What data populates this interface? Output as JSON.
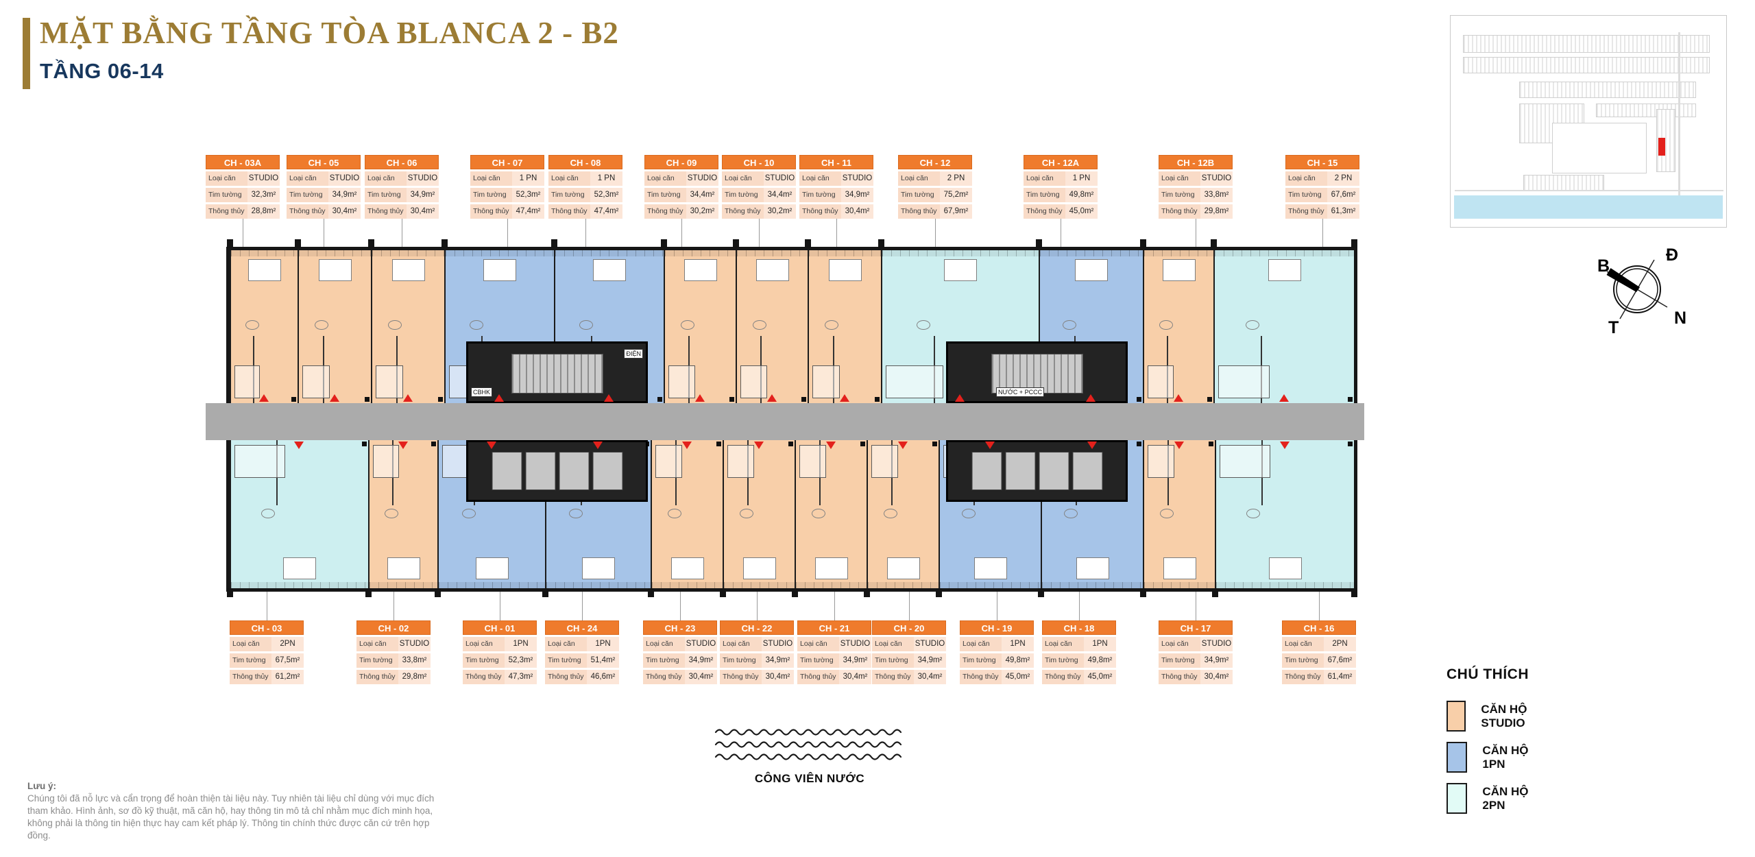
{
  "header": {
    "title": "MẶT BẰNG TẦNG TÒA BLANCA 2 - B2",
    "subtitle": "TẦNG 06-14"
  },
  "card_labels": {
    "type": "Loại căn",
    "gross": "Tim tường",
    "net": "Thông thủy"
  },
  "units_top": [
    {
      "code": "CH - 03A",
      "type": "STUDIO",
      "gross": "32,3m²",
      "net": "28,8m²"
    },
    {
      "code": "CH - 05",
      "type": "STUDIO",
      "gross": "34,9m²",
      "net": "30,4m²"
    },
    {
      "code": "CH - 06",
      "type": "STUDIO",
      "gross": "34,9m²",
      "net": "30,4m²"
    },
    {
      "code": "CH - 07",
      "type": "1 PN",
      "gross": "52,3m²",
      "net": "47,4m²"
    },
    {
      "code": "CH - 08",
      "type": "1 PN",
      "gross": "52,3m²",
      "net": "47,4m²"
    },
    {
      "code": "CH - 09",
      "type": "STUDIO",
      "gross": "34,4m²",
      "net": "30,2m²"
    },
    {
      "code": "CH - 10",
      "type": "STUDIO",
      "gross": "34,4m²",
      "net": "30,2m²"
    },
    {
      "code": "CH - 11",
      "type": "STUDIO",
      "gross": "34,9m²",
      "net": "30,4m²"
    },
    {
      "code": "CH - 12",
      "type": "2 PN",
      "gross": "75,2m²",
      "net": "67,9m²"
    },
    {
      "code": "CH - 12A",
      "type": "1 PN",
      "gross": "49,8m²",
      "net": "45,0m²"
    },
    {
      "code": "CH - 12B",
      "type": "STUDIO",
      "gross": "33,8m²",
      "net": "29,8m²"
    },
    {
      "code": "CH - 15",
      "type": "2 PN",
      "gross": "67,6m²",
      "net": "61,3m²"
    }
  ],
  "units_bottom": [
    {
      "code": "CH - 03",
      "type": "2PN",
      "gross": "67,5m²",
      "net": "61,2m²"
    },
    {
      "code": "CH - 02",
      "type": "STUDIO",
      "gross": "33,8m²",
      "net": "29,8m²"
    },
    {
      "code": "CH - 01",
      "type": "1PN",
      "gross": "52,3m²",
      "net": "47,3m²"
    },
    {
      "code": "CH - 24",
      "type": "1PN",
      "gross": "51,4m²",
      "net": "46,6m²"
    },
    {
      "code": "CH - 23",
      "type": "STUDIO",
      "gross": "34,9m²",
      "net": "30,4m²"
    },
    {
      "code": "CH - 22",
      "type": "STUDIO",
      "gross": "34,9m²",
      "net": "30,4m²"
    },
    {
      "code": "CH - 21",
      "type": "STUDIO",
      "gross": "34,9m²",
      "net": "30,4m²"
    },
    {
      "code": "CH - 20",
      "type": "STUDIO",
      "gross": "34,9m²",
      "net": "30,4m²"
    },
    {
      "code": "CH - 19",
      "type": "1PN",
      "gross": "49,8m²",
      "net": "45,0m²"
    },
    {
      "code": "CH - 18",
      "type": "1PN",
      "gross": "49,8m²",
      "net": "45,0m²"
    },
    {
      "code": "CH - 17",
      "type": "STUDIO",
      "gross": "34,9m²",
      "net": "30,4m²"
    },
    {
      "code": "CH - 16",
      "type": "2PN",
      "gross": "67,6m²",
      "net": "61,4m²"
    }
  ],
  "plan": {
    "core_labels": {
      "electric": "ĐIỆN",
      "cbhk": "CBHK",
      "water": "NƯỚC + PCCC"
    }
  },
  "legend": {
    "title": "CHÚ THÍCH",
    "items": [
      {
        "label": "CĂN HỘ STUDIO",
        "type": "studio"
      },
      {
        "label": "CĂN HỘ 1PN",
        "type": "1pn"
      },
      {
        "label": "CĂN HỘ 2PN",
        "type": "2pn"
      }
    ]
  },
  "compass": {
    "north": "B",
    "east": "Đ",
    "south": "N",
    "west": "T"
  },
  "water_park_label": "CÔNG VIÊN NƯỚC",
  "disclaimer": {
    "heading": "Lưu ý:",
    "body": "Chúng tôi đã nỗ lực và cẩn trọng để hoàn thiện tài liệu này. Tuy nhiên tài liệu chỉ dùng với mục đích tham khảo. Hình ảnh, sơ đồ kỹ thuật, mã căn hộ, hay thông tin mô tả chỉ nhằm mục đích minh họa, không phải là thông tin hiện thực hay cam kết pháp lý. Thông tin chính thức được căn cứ trên hợp đồng."
  },
  "colors": {
    "accent_orange": "#EF7B2C",
    "studio": "#F8CFA9",
    "one_pn": "#A6C4E8",
    "two_pn_plan": "#CDEFF0",
    "two_pn_legend": "#E2FBF6",
    "corridor": "#ABABAB",
    "title_gold": "#9C7C34",
    "subtitle_navy": "#17375D",
    "marker_red": "#E3211C",
    "water_blue": "#BFE4F2"
  }
}
